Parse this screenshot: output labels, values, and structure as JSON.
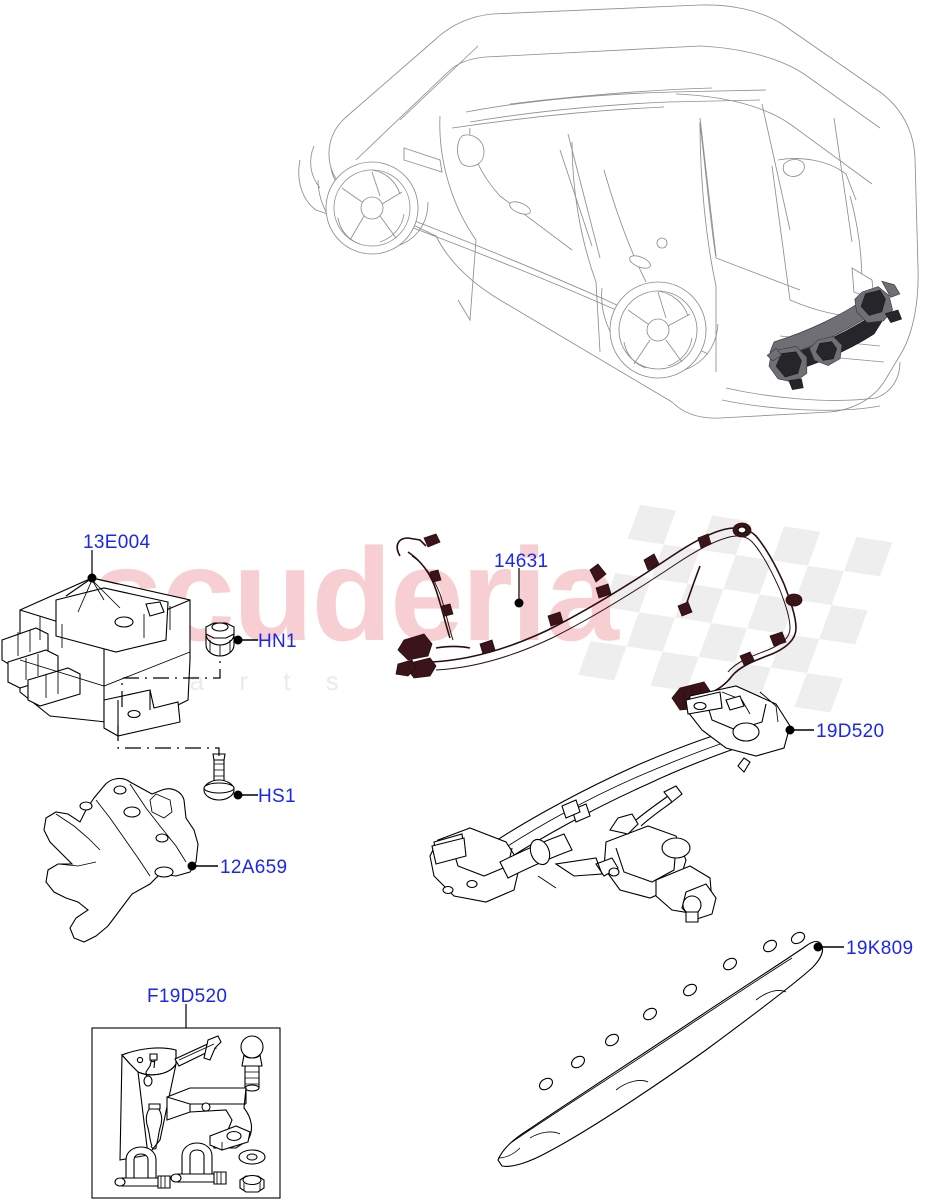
{
  "diagram": {
    "title": "Towing Electrics and Tow Bar Assembly",
    "vehicle_view": "rear three-quarter outline of SUV with rear tow bar highlighted",
    "background_color": "#ffffff",
    "label_color": "#1b26ef"
  },
  "watermark": {
    "primary_text": "scuderia",
    "primary_color": "#f7cfd2",
    "secondary_text": "p a r t s",
    "secondary_color": "#ebebeb",
    "flag_label": "checkered-flag",
    "flag_color": "#ececec"
  },
  "callouts": [
    {
      "id": "c1",
      "label": "13E004",
      "name": "trailer-module"
    },
    {
      "id": "c2",
      "label": "HN1",
      "name": "hex-nut"
    },
    {
      "id": "c3",
      "label": "HS1",
      "name": "stud-screw"
    },
    {
      "id": "c4",
      "label": "12A659",
      "name": "mounting-bracket"
    },
    {
      "id": "c5",
      "label": "14631",
      "name": "towing-wiring-harness"
    },
    {
      "id": "c6",
      "label": "19D520",
      "name": "tow-bar-assembly"
    },
    {
      "id": "c7",
      "label": "19K809",
      "name": "bumper-lower-trim"
    },
    {
      "id": "c8",
      "label": "F19D520",
      "name": "tow-bar-accessory-kit"
    }
  ],
  "kit_box": {
    "label": "F19D520",
    "contents": [
      {
        "name": "storage-pouch"
      },
      {
        "name": "split-pin"
      },
      {
        "name": "locking-pin"
      },
      {
        "name": "tow-ball"
      },
      {
        "name": "drawbar-insert"
      },
      {
        "name": "safety-clip"
      },
      {
        "name": "d-shackle-left"
      },
      {
        "name": "d-shackle-right"
      },
      {
        "name": "flat-washer"
      },
      {
        "name": "hex-nut"
      }
    ]
  }
}
